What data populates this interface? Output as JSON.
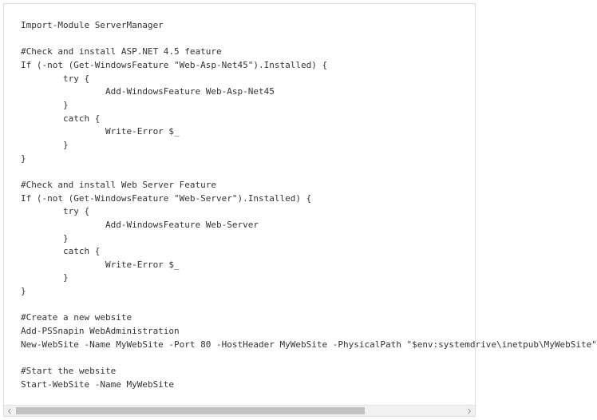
{
  "code": {
    "lines": [
      "Import-Module ServerManager",
      "",
      "#Check and install ASP.NET 4.5 feature",
      "If (-not (Get-WindowsFeature \"Web-Asp-Net45\").Installed) {",
      "        try {",
      "                Add-WindowsFeature Web-Asp-Net45",
      "        }",
      "        catch {",
      "                Write-Error $_",
      "        }",
      "}",
      "",
      "#Check and install Web Server Feature",
      "If (-not (Get-WindowsFeature \"Web-Server\").Installed) {",
      "        try {",
      "                Add-WindowsFeature Web-Server",
      "        }",
      "        catch {",
      "                Write-Error $_",
      "        }",
      "}",
      "",
      "#Create a new website",
      "Add-PSSnapin WebAdministration",
      "New-WebSite -Name MyWebSite -Port 80 -HostHeader MyWebSite -PhysicalPath \"$env:systemdrive\\inetpub\\MyWebSite\"",
      "",
      "#Start the website",
      "Start-WebSite -Name MyWebSite"
    ]
  },
  "scrollbar": {
    "left_arrow_icon": "chevron-left-icon",
    "right_arrow_icon": "chevron-right-icon",
    "thumb_fraction": 0.78,
    "thumb_position": 0.0
  }
}
